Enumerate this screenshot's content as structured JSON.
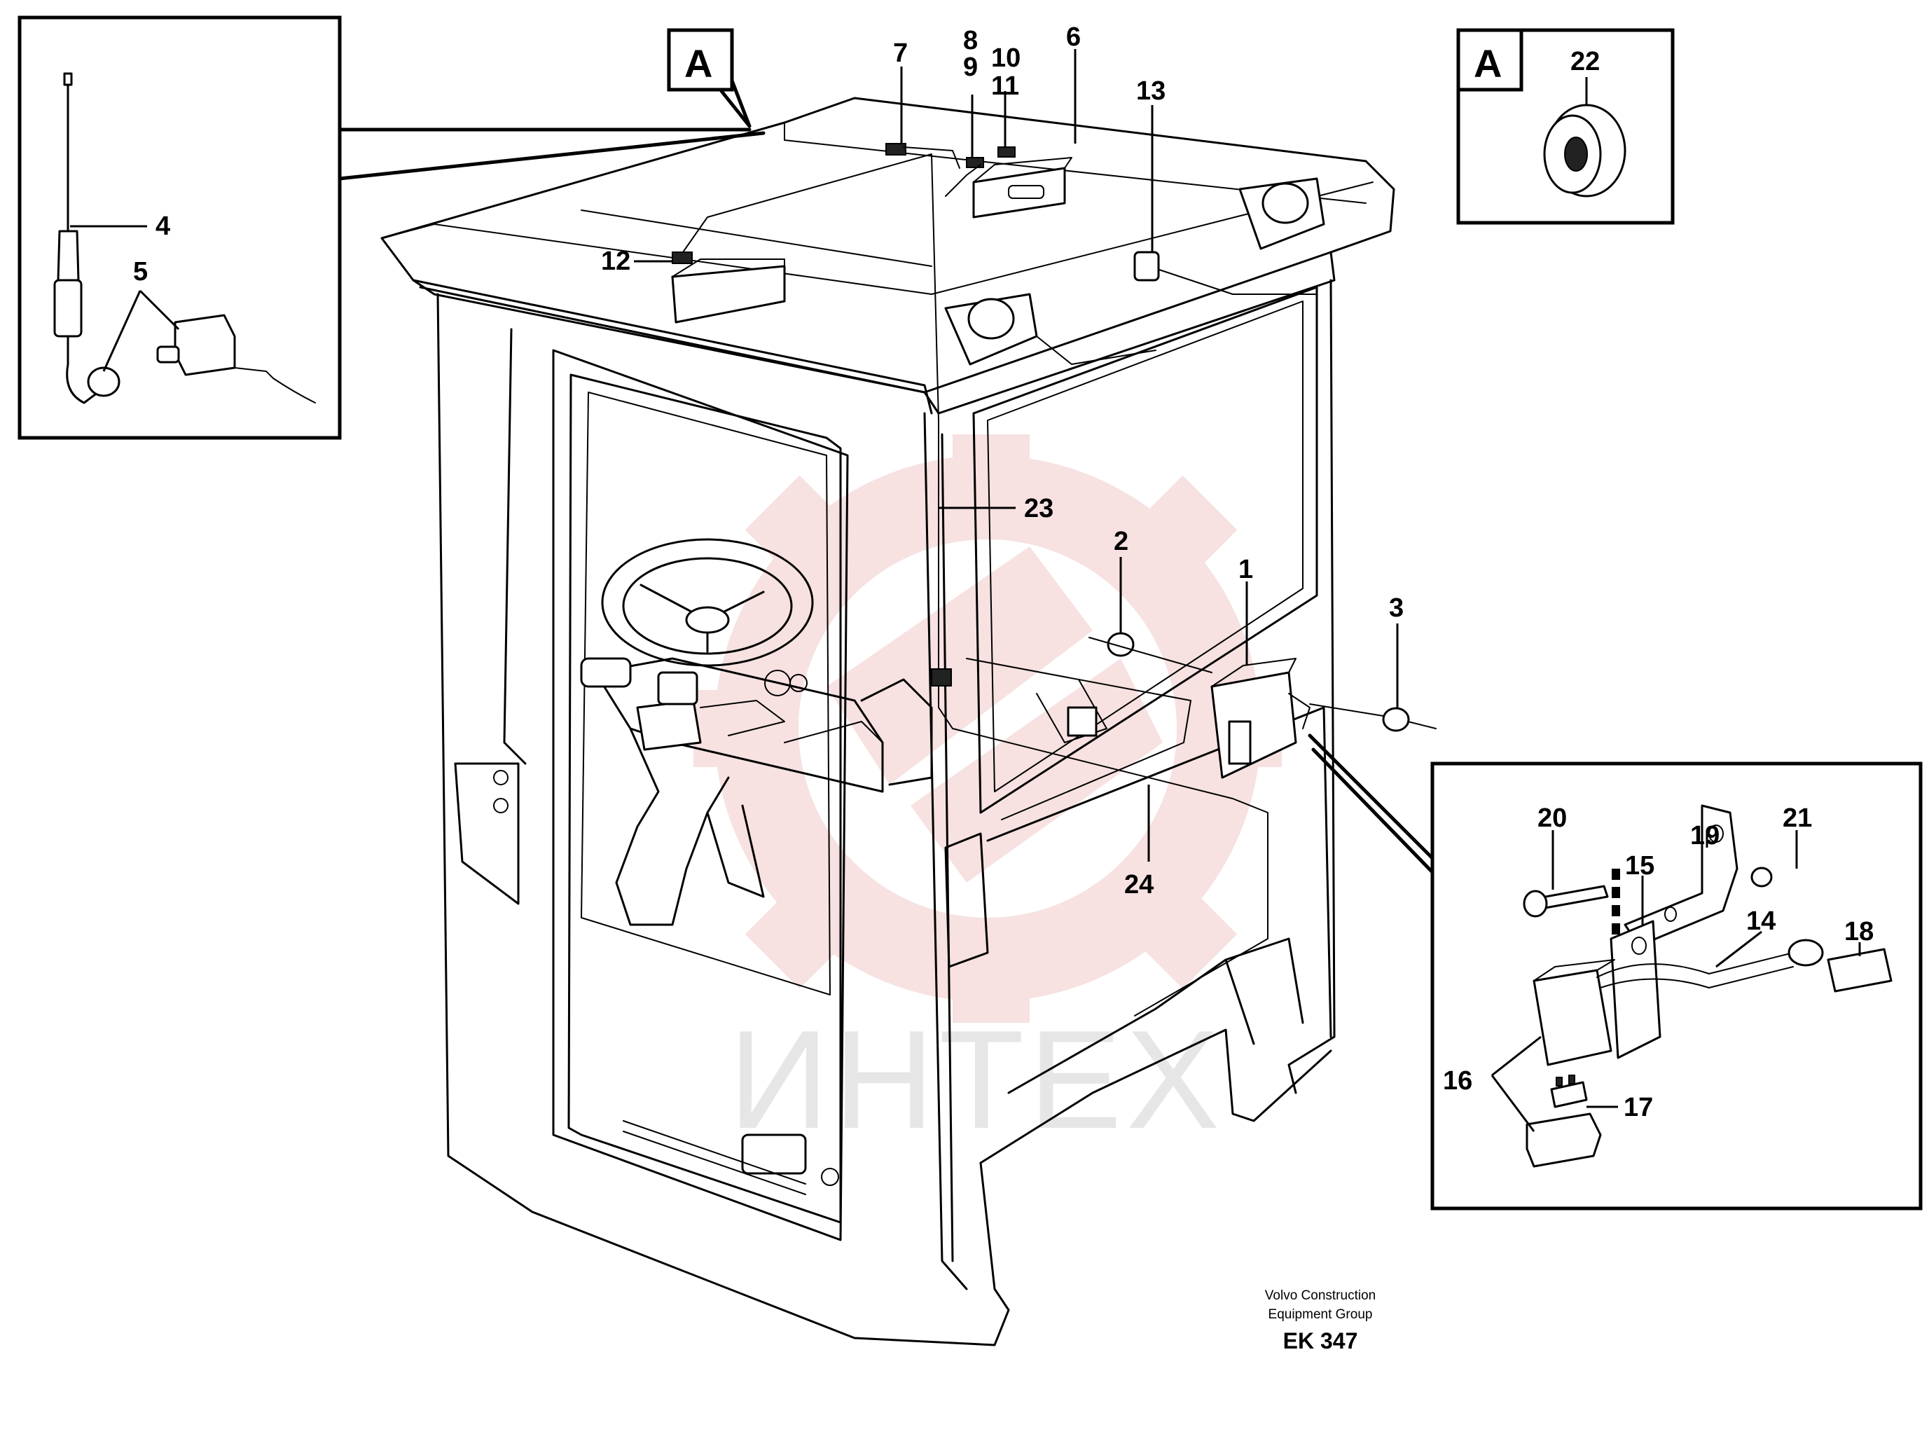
{
  "callouts": {
    "1": "1",
    "2": "2",
    "3": "3",
    "4": "4",
    "5": "5",
    "6": "6",
    "7": "7",
    "8": "8",
    "9": "9",
    "10": "10",
    "11": "11",
    "12": "12",
    "13": "13",
    "14": "14",
    "15": "15",
    "16": "16",
    "17": "17",
    "18": "18",
    "19": "19",
    "20": "20",
    "21": "21",
    "22": "22",
    "23": "23",
    "24": "24"
  },
  "refs": {
    "main": "A",
    "inset": "A"
  },
  "watermark": "ИНТЕХ",
  "credit": {
    "line1": "Volvo Construction",
    "line2": "Equipment Group",
    "code": "EK 347"
  }
}
